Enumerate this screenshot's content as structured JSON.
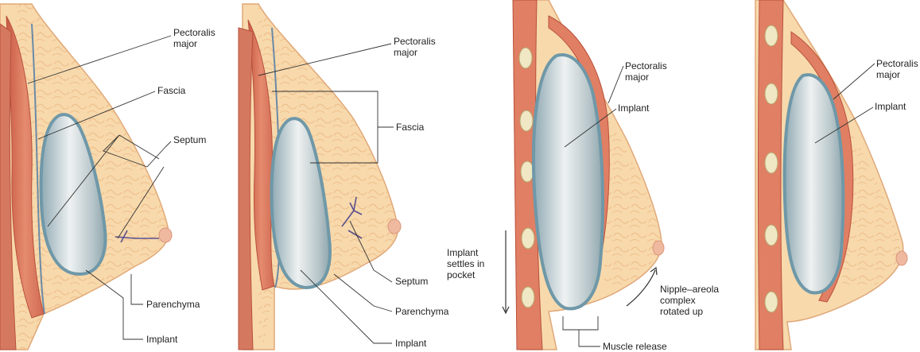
{
  "colors": {
    "muscle": "#e07f63",
    "muscle_dark": "#c85a44",
    "breast_tissue": "#f7d9ac",
    "breast_edge": "#e9b98a",
    "fat_lobules": "#f2c48f",
    "skin_line": "#d9967a",
    "fascia_line": "#5f7f9c",
    "implant_outer": "#7a9fae",
    "implant_fill": "#c9d4d7",
    "implant_highlight": "#f4f6f6",
    "rib": "#f0e7c4",
    "septum": "#5a4f8e"
  },
  "panels": [
    {
      "labels": {
        "pectoralis": "Pectoralis\nmajor",
        "fascia": "Fascia",
        "septum": "Septum",
        "parenchyma": "Parenchyma",
        "implant": "Implant"
      }
    },
    {
      "labels": {
        "pectoralis": "Pectoralis\nmajor",
        "fascia": "Fascia",
        "septum": "Septum",
        "parenchyma": "Parenchyma",
        "implant": "Implant"
      }
    },
    {
      "labels": {
        "pectoralis": "Pectoralis\nmajor",
        "implant": "Implant",
        "settles": "Implant\nsettles in\npocket",
        "nipple": "Nipple–areola\ncomplex\nrotated up",
        "release": "Muscle release"
      }
    },
    {
      "labels": {
        "pectoralis": "Pectoralis\nmajor",
        "implant": "Implant"
      }
    }
  ]
}
